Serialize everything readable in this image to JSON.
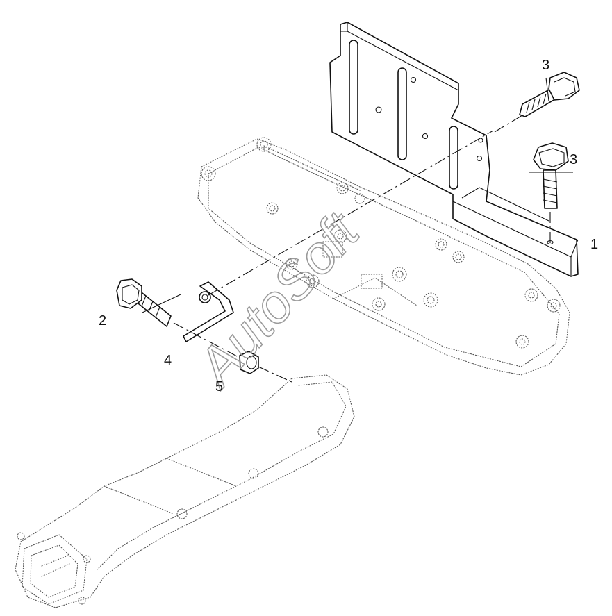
{
  "callouts": [
    {
      "id": "1",
      "label": "1"
    },
    {
      "id": "2",
      "label": "2"
    },
    {
      "id": "3a",
      "label": "3"
    },
    {
      "id": "3b",
      "label": "3"
    },
    {
      "id": "4",
      "label": "4"
    },
    {
      "id": "5",
      "label": "5"
    }
  ],
  "watermark": "AutoSoft"
}
